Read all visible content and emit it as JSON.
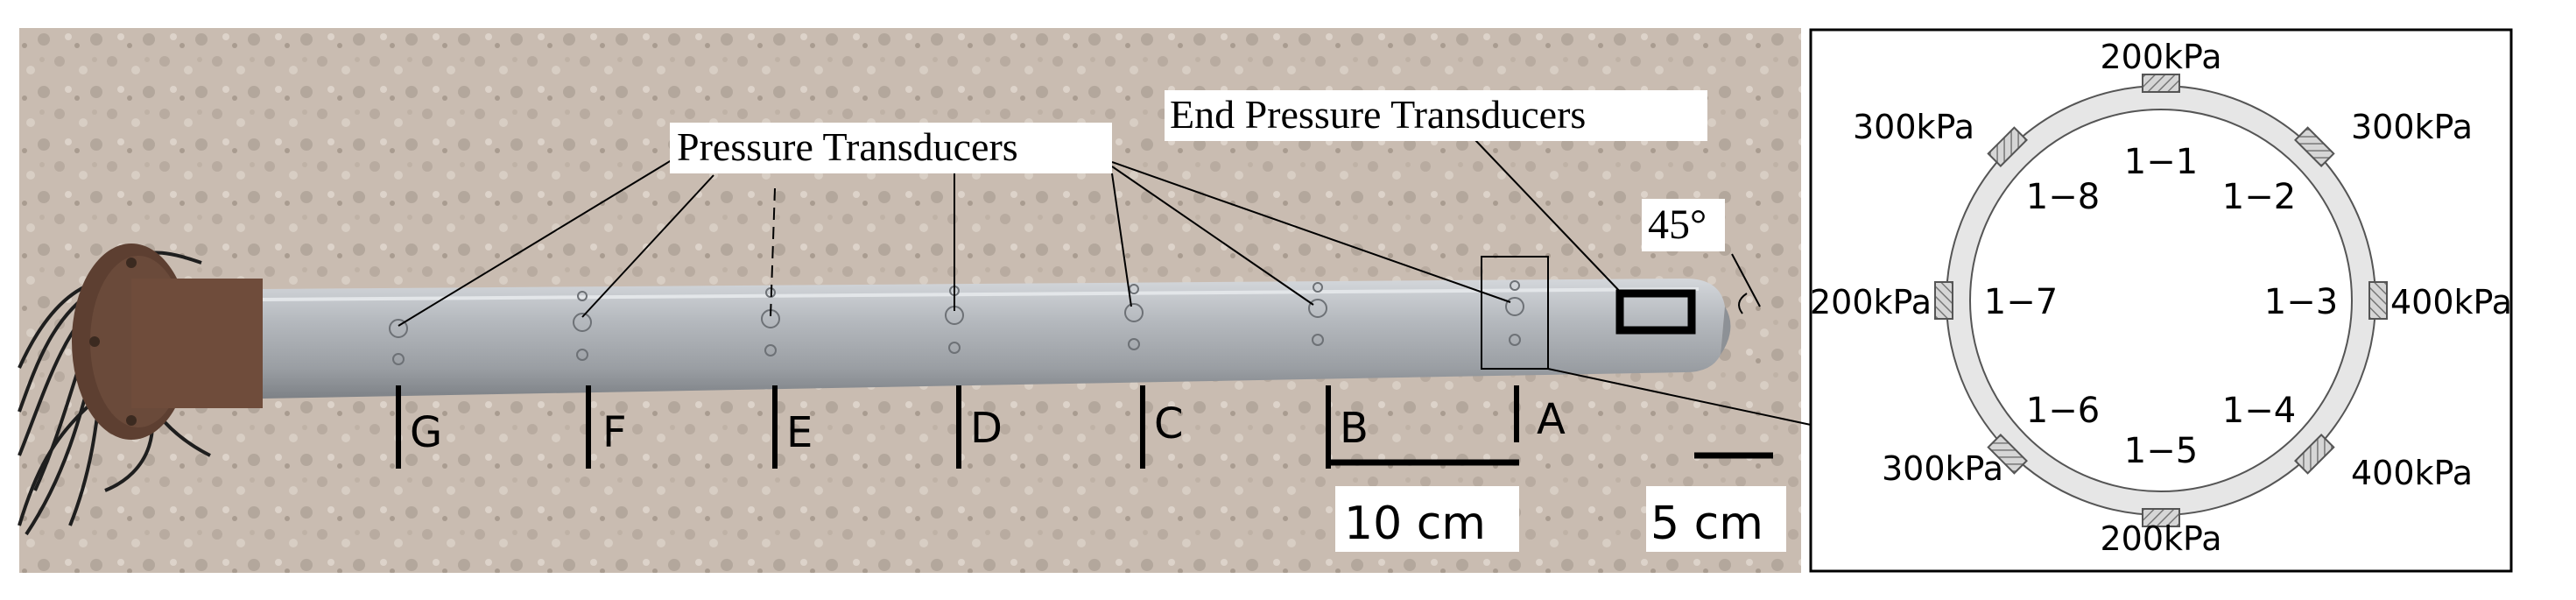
{
  "photo": {
    "callout_pressure_transducers": "Pressure Transducers",
    "callout_end_pressure_transducers": "End Pressure Transducers",
    "angle_label": "45°",
    "sections": [
      "G",
      "F",
      "E",
      "D",
      "C",
      "B",
      "A"
    ],
    "scale_bar_long": "10 cm",
    "scale_bar_short": "5 cm"
  },
  "ring": {
    "positions": [
      "1−1",
      "1−2",
      "1−3",
      "1−4",
      "1−5",
      "1−6",
      "1−7",
      "1−8"
    ],
    "ratings": [
      "200kPa",
      "300kPa",
      "400kPa",
      "400kPa",
      "200kPa",
      "300kPa",
      "200kPa",
      "300kPa"
    ]
  },
  "colors": {
    "ground": "#c9bcb1",
    "pipe": "#a9adb2",
    "flange": "#6a4a3a",
    "ring_fill": "#e6e6e6",
    "sensor_hatch": "#777777"
  }
}
